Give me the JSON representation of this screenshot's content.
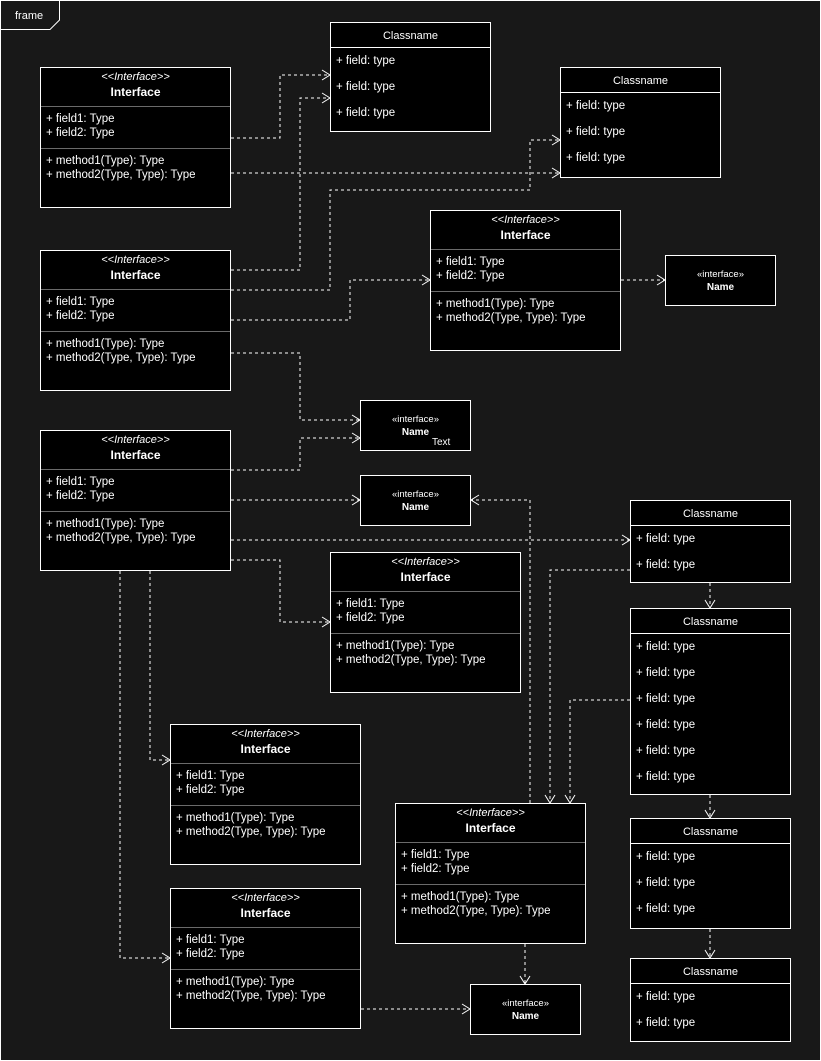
{
  "frame": {
    "label": "frame"
  },
  "iface": {
    "stereotype": "<<Interface>>",
    "name": "Interface",
    "field1": "+ field1: Type",
    "field2": "+ field2: Type",
    "method1": "+ method1(Type): Type",
    "method2": "+ method2(Type, Type): Type"
  },
  "cls": {
    "name": "Classname",
    "field": "+ field: type"
  },
  "small": {
    "stereotype": "«interface»",
    "name": "Name",
    "extra_text": "Text"
  },
  "colors": {
    "background": "#181818",
    "box_fill": "#000000",
    "line": "#ffffff",
    "divider": "#6a6a6a"
  }
}
